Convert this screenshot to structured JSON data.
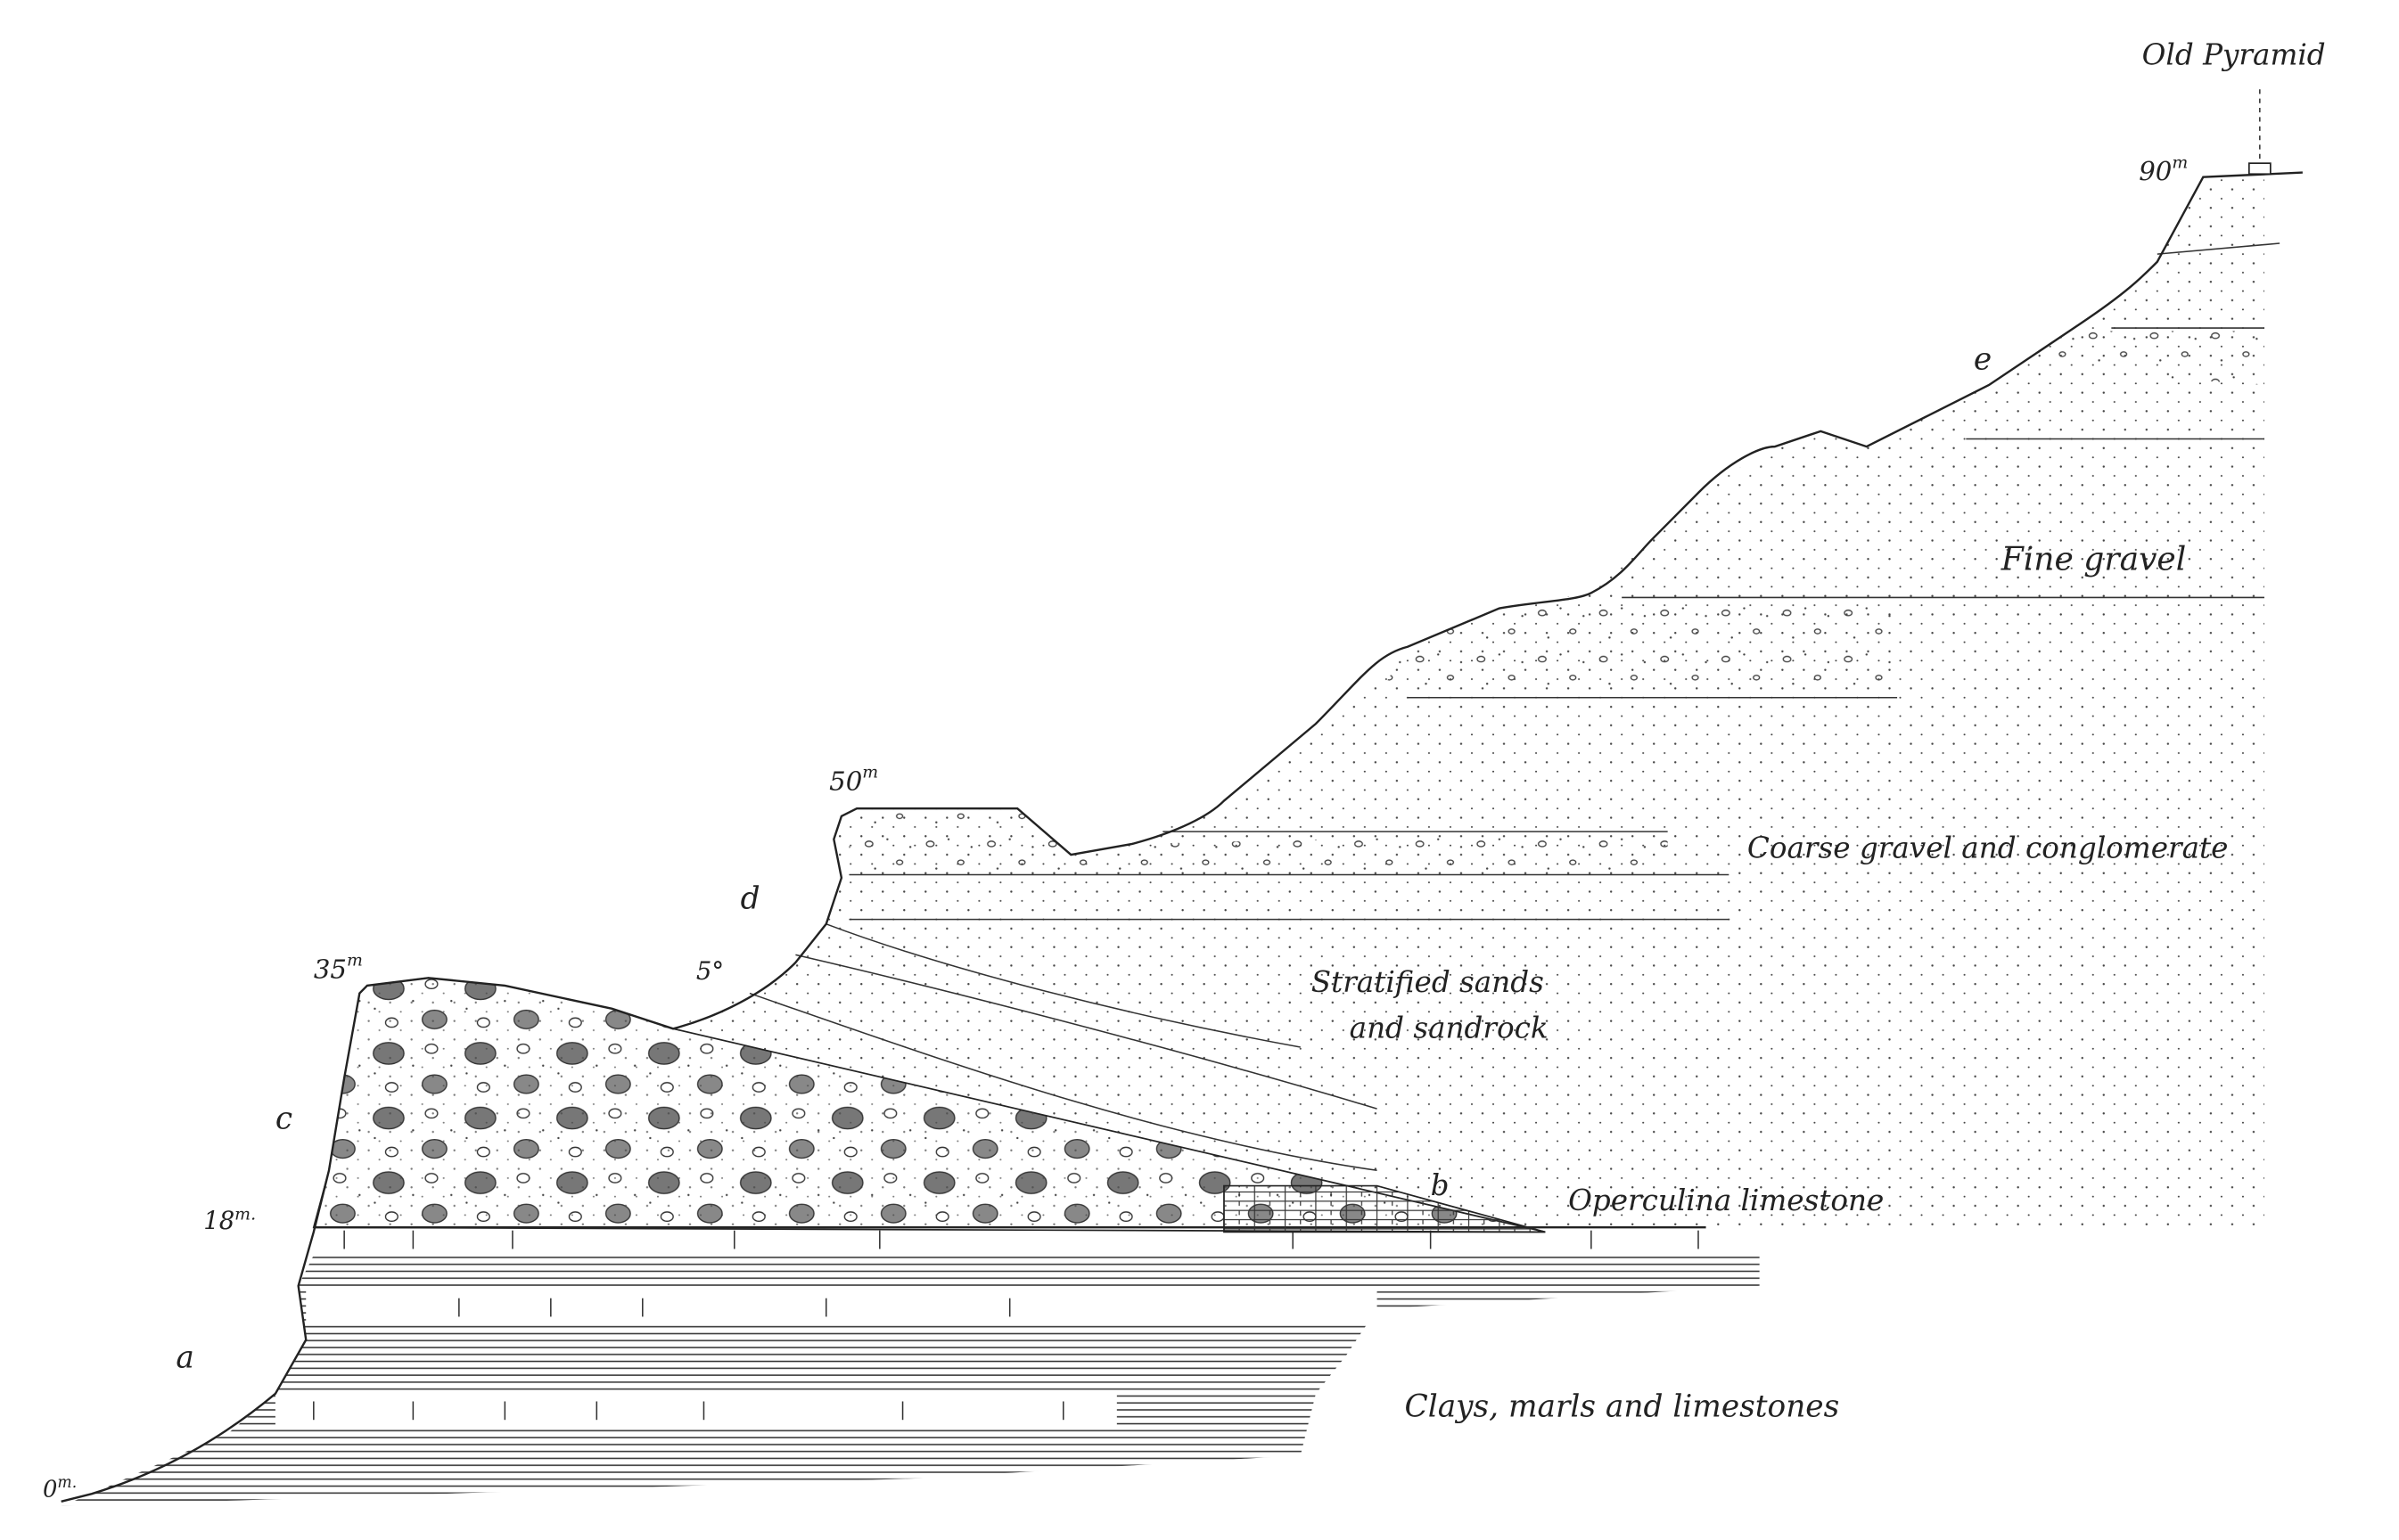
{
  "diagram": {
    "type": "geological cross-section",
    "landmark": "Old Pyramid",
    "elevations": {
      "top": "90",
      "plateau": "50",
      "terrace": "35",
      "limestone_level": "18",
      "base": "0"
    },
    "units": {
      "m": "m",
      "m_dot": "m."
    },
    "points": {
      "a": "a",
      "b": "b",
      "c": "c",
      "d": "d",
      "e": "e"
    },
    "dip": "5°",
    "layers": {
      "fine_gravel": "Fine gravel",
      "coarse_gravel": "Coarse gravel and conglomerate",
      "sands_line1": "Stratified sands",
      "sands_line2": "and sandrock",
      "operculina": "Operculina limestone",
      "clays": "Clays, marls and limestones"
    },
    "colors": {
      "ink": "#222222",
      "paper": "#ffffff"
    }
  }
}
